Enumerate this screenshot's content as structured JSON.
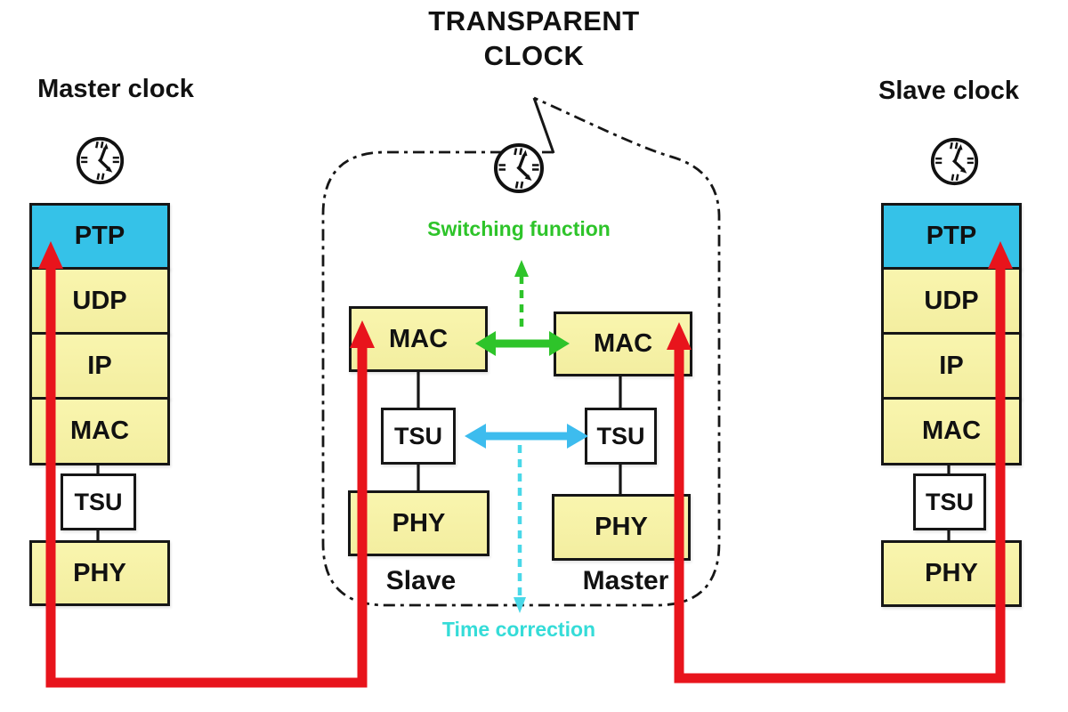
{
  "title": {
    "line1": "TRANSPARENT",
    "line2": "CLOCK"
  },
  "master_clock": {
    "label": "Master clock",
    "layers": [
      "PTP",
      "UDP",
      "IP",
      "MAC",
      "TSU",
      "PHY"
    ]
  },
  "slave_clock": {
    "label": "Slave clock",
    "layers": [
      "PTP",
      "UDP",
      "IP",
      "MAC",
      "TSU",
      "PHY"
    ]
  },
  "transparent_clock": {
    "switching_function_label": "Switching function",
    "time_correction_label": "Time correction",
    "slave_port": {
      "label": "Slave",
      "layers": [
        "MAC",
        "TSU",
        "PHY"
      ]
    },
    "master_port": {
      "label": "Master",
      "layers": [
        "MAC",
        "TSU",
        "PHY"
      ]
    }
  },
  "icons": {
    "clock": "analog-clock-icon"
  },
  "colors": {
    "ptp_box": "#35C2E8",
    "layer_box_yellow": "#F6F1A4",
    "tsu_box_white": "#FFFFFF",
    "box_border": "#161616",
    "red_message_path": "#E8141C",
    "green_switching": "#2EC42A",
    "cyan_tsu_arrow": "#3DBCEE",
    "cyan_time_correction": "#35DCD8"
  }
}
